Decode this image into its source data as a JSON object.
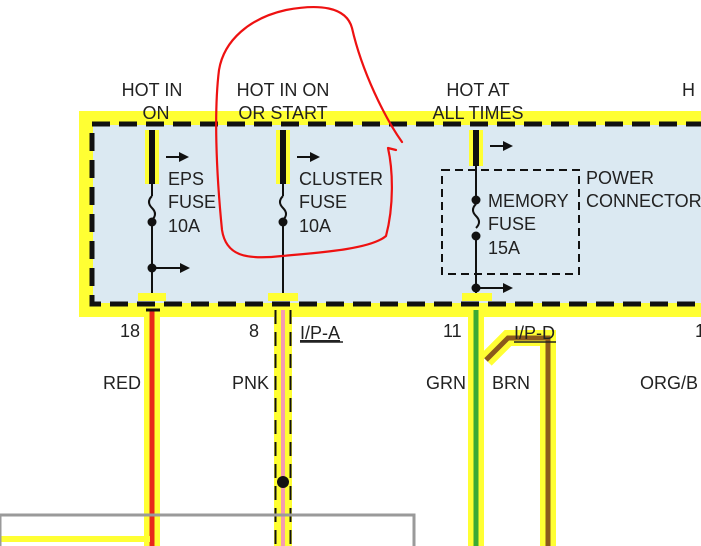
{
  "supply_labels": {
    "hot_in_on_line1": "HOT IN",
    "hot_in_on_line2": "ON",
    "hot_in_on_or_start_line1": "HOT IN ON",
    "hot_in_on_or_start_line2": "OR START",
    "hot_at_all_times_line1": "HOT AT",
    "hot_at_all_times_line2": "ALL TIMES",
    "cut_off_label": "H"
  },
  "fuses": [
    {
      "name_line1": "EPS",
      "name_line2": "FUSE",
      "rating": "10A"
    },
    {
      "name_line1": "CLUSTER",
      "name_line2": "FUSE",
      "rating": "10A"
    },
    {
      "name_line1": "MEMORY",
      "name_line2": "FUSE",
      "rating": "15A"
    }
  ],
  "power_connector": {
    "line1": "POWER",
    "line2": "CONNECTOR"
  },
  "pins": {
    "pin_18": "18",
    "pin_8": "8",
    "pin_11": "11",
    "pin_cut": "1"
  },
  "connectors": {
    "ip_a": "I/P-A",
    "ip_d": "I/P-D"
  },
  "wires": {
    "red": "RED",
    "pnk": "PNK",
    "grn": "GRN",
    "brn": "BRN",
    "org_b": "ORG/B"
  },
  "colors": {
    "highlight": "#ffff33",
    "box_fill": "#dbe9f2",
    "red_wire": "#e8271a",
    "pink_wire": "#f49bb0",
    "green_wire": "#3aaa35",
    "brown_wire": "#8b5a1b",
    "annotation": "#ee1111"
  }
}
